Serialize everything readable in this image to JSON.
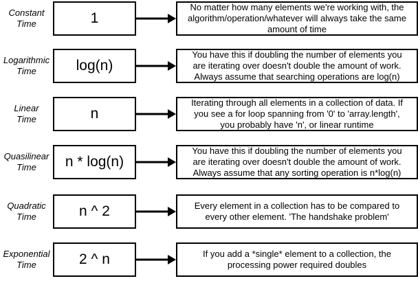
{
  "rows": [
    {
      "label": [
        "Constant",
        "Time"
      ],
      "complexity": "1",
      "description": "No matter how many elements we're working with, the\nalgorithm/operation/whatever will always take the same\namount of time"
    },
    {
      "label": [
        "Logarithmic",
        "Time"
      ],
      "complexity": "log(n)",
      "description": "You have this if doubling the number of elements you\nare iterating over doesn't double the amount of work.\nAlways assume that searching operations are log(n)"
    },
    {
      "label": [
        "Linear",
        "Time"
      ],
      "complexity": "n",
      "description": "Iterating through all elements in a collection of data.  If\nyou see a for loop spanning from '0' to 'array.length',\nyou probably have 'n', or linear runtime"
    },
    {
      "label": [
        "Quasilinear",
        "Time"
      ],
      "complexity": "n * log(n)",
      "description": "You have this if doubling the number of elements you\nare iterating over doesn't double the amount of work.\nAlways assume that any sorting operation is n*log(n)"
    },
    {
      "label": [
        "Quadratic",
        "Time"
      ],
      "complexity": "n ^ 2",
      "description": "Every element in a collection has to be compared to\nevery other element.  'The handshake problem'"
    },
    {
      "label": [
        "Exponential",
        "Time"
      ],
      "complexity": "2 ^ n",
      "description": "If you add a *single* element to a collection, the\nprocessing power required doubles"
    }
  ]
}
